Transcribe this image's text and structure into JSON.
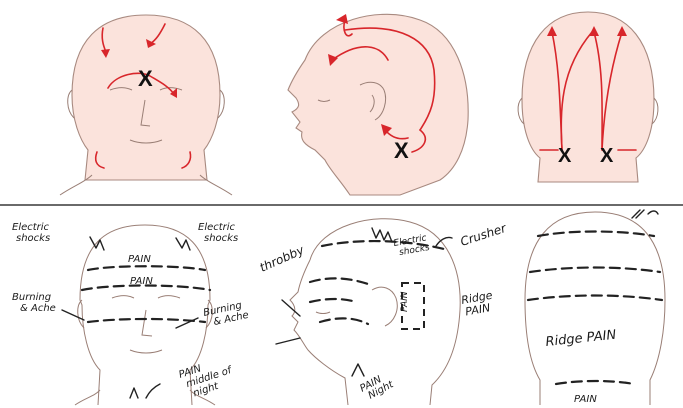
{
  "marks": {
    "x": "X"
  },
  "labels": {
    "electric_left": [
      "Electric",
      "shocks"
    ],
    "electric_right": [
      "Electric",
      "shocks"
    ],
    "pain_1": "PAIN",
    "pain_2": "PAIN",
    "burning_left": [
      "Burning",
      "& Ache"
    ],
    "burning_right": [
      "Burning",
      "& Ache"
    ],
    "pain_neck": [
      "PAIN",
      "middle of",
      "night"
    ],
    "throbby": "throbby",
    "electric_shocks_side": [
      "Electric",
      "shocks"
    ],
    "crusher": "Crusher",
    "pain_box": "PAIN",
    "ridge_pain_side": [
      "Ridge",
      "PAIN"
    ],
    "pain_night": [
      "PAIN",
      "Night"
    ],
    "ridge_pain_back": "Ridge PAIN",
    "pain_back_low": "PAIN"
  },
  "colors": {
    "arrow_red": "#d8262b",
    "skin": "#fbe3dc",
    "ink": "#222222"
  }
}
